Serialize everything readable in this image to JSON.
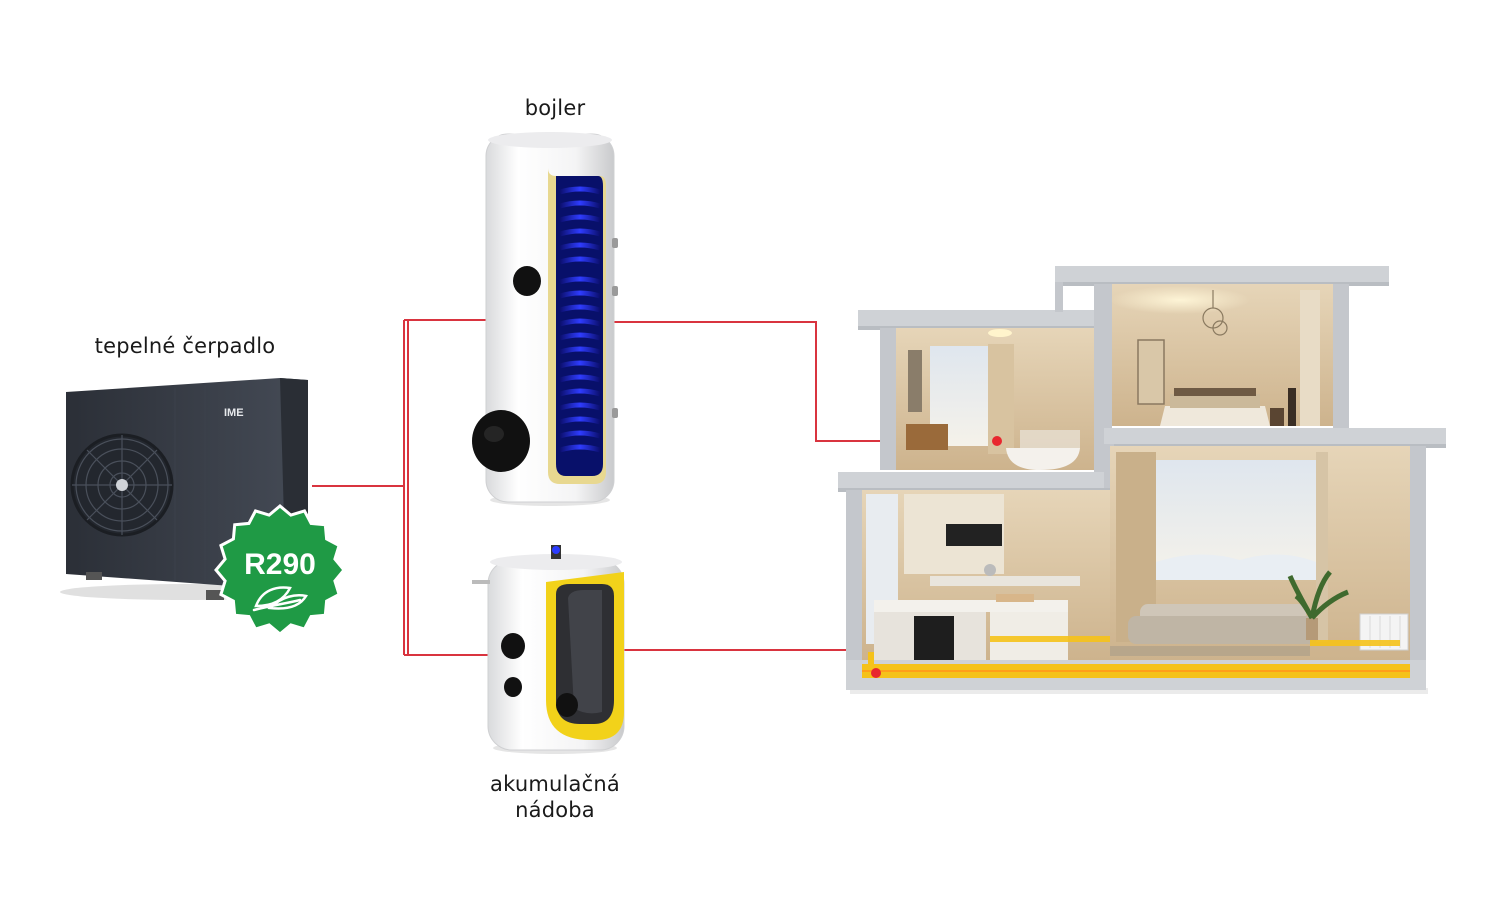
{
  "labels": {
    "heat_pump": "tepelné čerpadlo",
    "boiler": "bojler",
    "tank_line1": "akumulačná",
    "tank_line2": "nádoba"
  },
  "heat_pump": {
    "brand": "IME",
    "badge_text": "R290",
    "badge_icon": "leaf-icon"
  },
  "colors": {
    "pipe": "#d9343f",
    "badge": "#1f9a45",
    "heat_pump_body": "#353a44",
    "boiler_coil": "#1a27d8",
    "tank_insulation": "#f2d21a",
    "floor_heating": "#f5c21a"
  }
}
